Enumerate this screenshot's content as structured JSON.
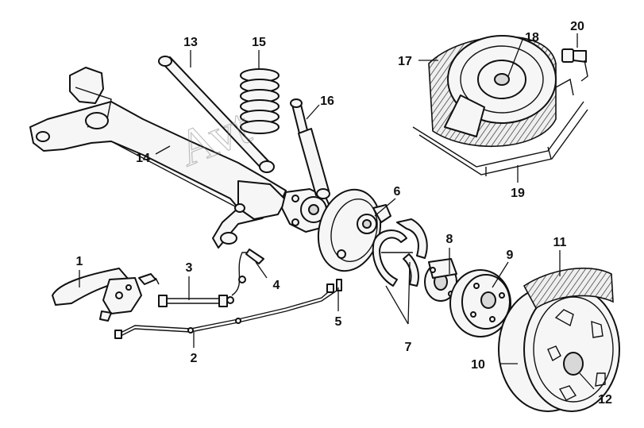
{
  "watermark": "Avt",
  "callouts": [
    {
      "id": "1",
      "text": "1"
    },
    {
      "id": "2",
      "text": "2"
    },
    {
      "id": "3",
      "text": "3"
    },
    {
      "id": "4",
      "text": "4"
    },
    {
      "id": "5",
      "text": "5"
    },
    {
      "id": "6",
      "text": "6"
    },
    {
      "id": "7",
      "text": "7"
    },
    {
      "id": "8",
      "text": "8"
    },
    {
      "id": "9",
      "text": "9"
    },
    {
      "id": "10",
      "text": "10"
    },
    {
      "id": "11",
      "text": "11"
    },
    {
      "id": "12",
      "text": "12"
    },
    {
      "id": "13",
      "text": "13"
    },
    {
      "id": "14",
      "text": "14"
    },
    {
      "id": "15",
      "text": "15"
    },
    {
      "id": "16",
      "text": "16"
    },
    {
      "id": "17",
      "text": "17"
    },
    {
      "id": "18",
      "text": "18"
    },
    {
      "id": "19",
      "text": "19"
    },
    {
      "id": "20",
      "text": "20"
    }
  ]
}
